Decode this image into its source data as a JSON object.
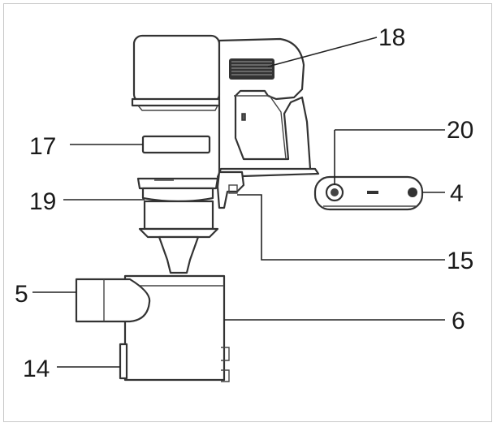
{
  "callouts": {
    "c18": "18",
    "c17": "17",
    "c20": "20",
    "c19": "19",
    "c4": "4",
    "c15": "15",
    "c5": "5",
    "c6": "6",
    "c14": "14"
  },
  "colors": {
    "line": "#222222",
    "background": "#ffffff",
    "border": "#c8c8c8"
  }
}
